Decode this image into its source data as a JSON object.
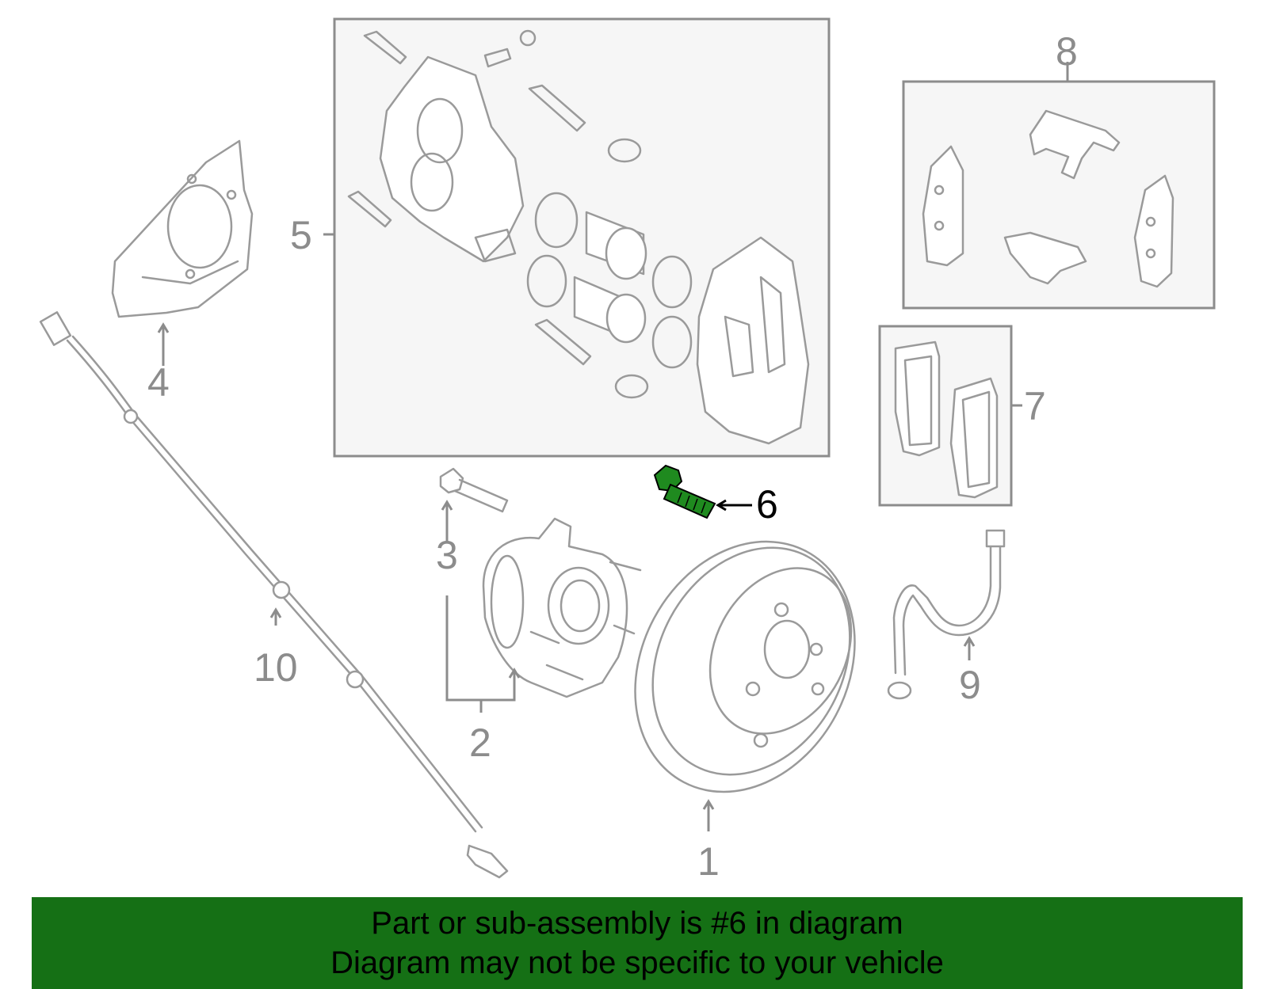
{
  "callouts": {
    "c1": "1",
    "c2": "2",
    "c3": "3",
    "c4": "4",
    "c5": "5",
    "c6": "6",
    "c7": "7",
    "c8": "8",
    "c9": "9",
    "c10": "10"
  },
  "highlighted_part": "6",
  "colors": {
    "highlight": "#1f8a1f",
    "banner": "#157015",
    "linework": "#9a9a9a",
    "callout_text": "#8c8c8c"
  },
  "banner": {
    "line1": "Part or sub-assembly is #6 in diagram",
    "line2": "Diagram may not be specific to your vehicle"
  }
}
